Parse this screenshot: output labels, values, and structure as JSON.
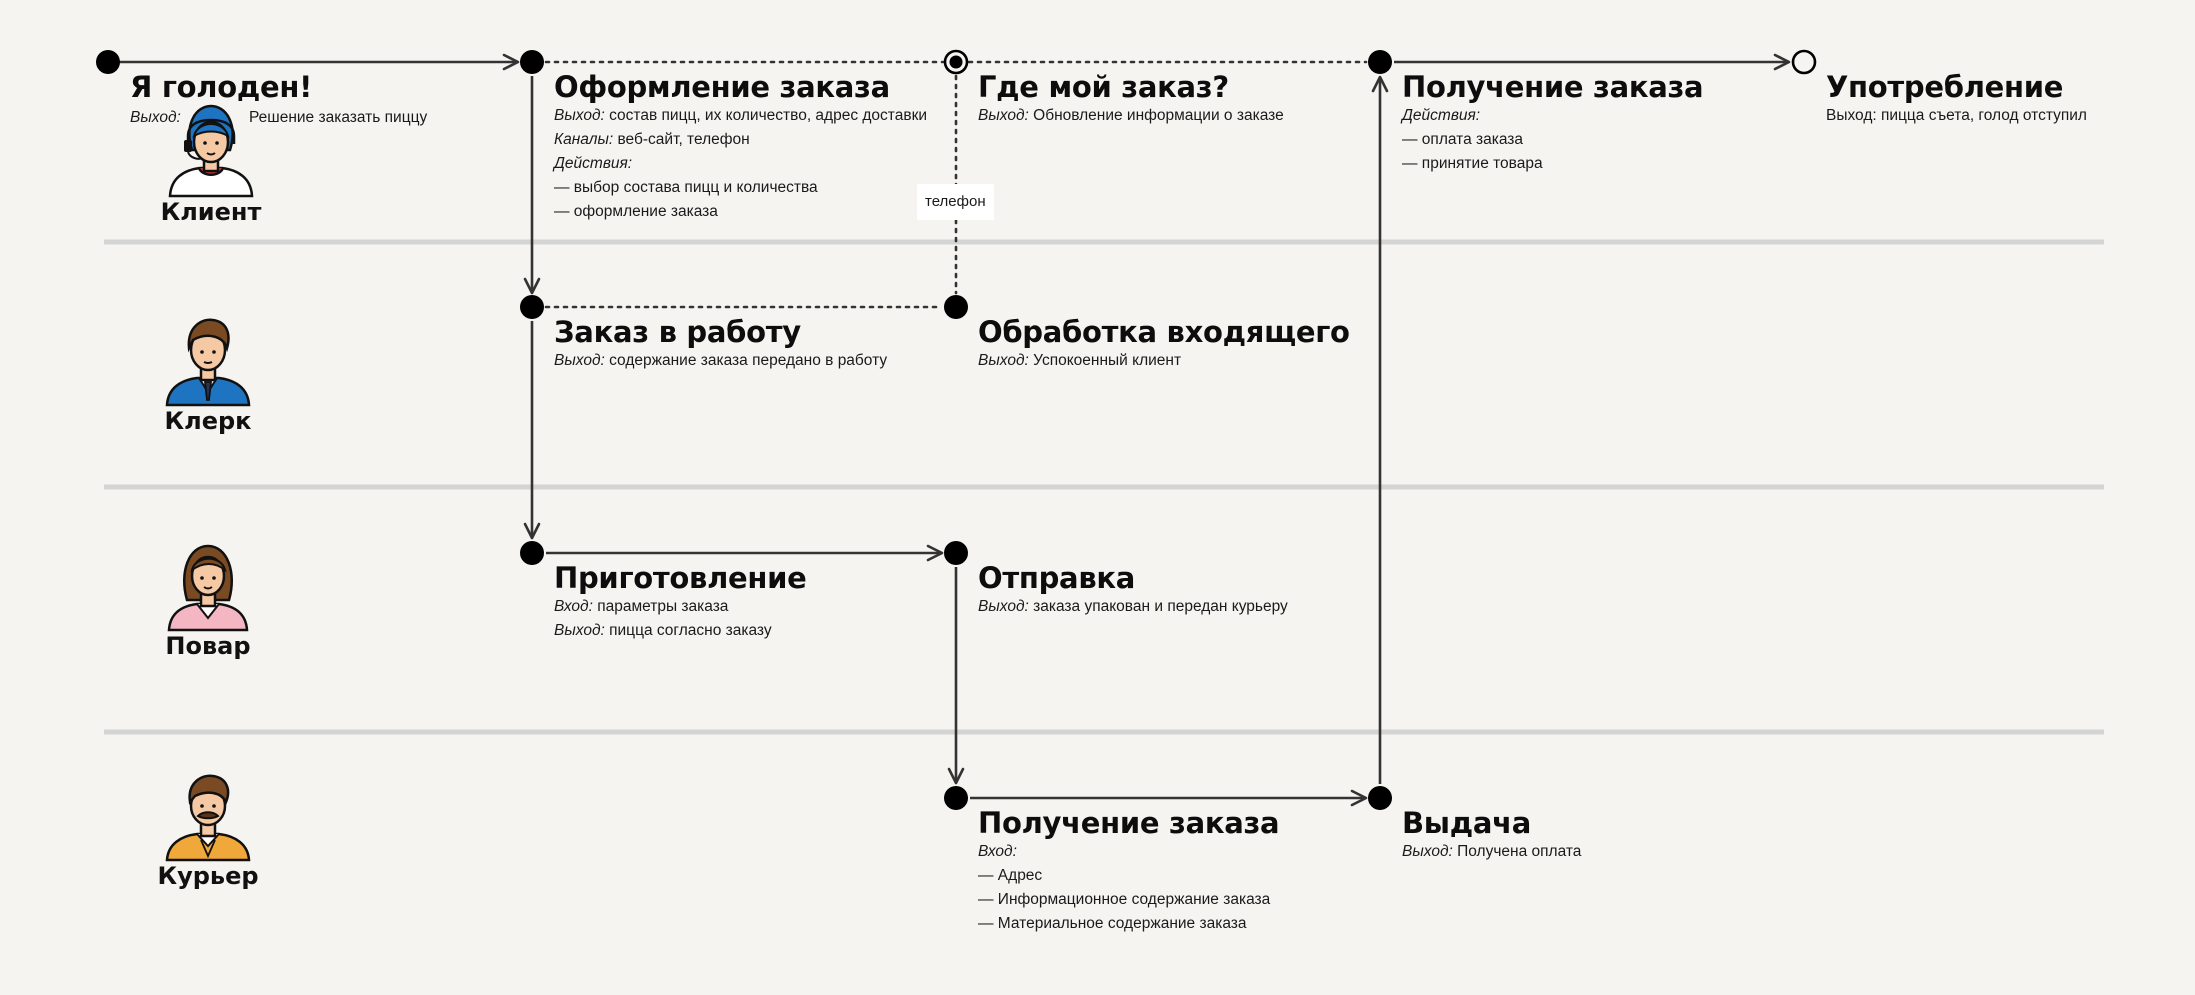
{
  "actors": [
    {
      "name": "Клиент"
    },
    {
      "name": "Клерк"
    },
    {
      "name": "Повар"
    },
    {
      "name": "Курьер"
    }
  ],
  "channel_label": "телефон",
  "start": {
    "title": "Я голоден!",
    "output_label": "Выход:",
    "output_text": "Решение заказать пиццу"
  },
  "steps": {
    "order": {
      "title": "Оформление заказа",
      "lines": [
        {
          "label": "Выход:",
          "text": " состав пицц, их количество, адрес доставки"
        },
        {
          "label": "Каналы:",
          "text": " веб-сайт, телефон"
        },
        {
          "label": "Действия:",
          "text": ""
        },
        {
          "label": "",
          "text": "— выбор состава пицц и количества"
        },
        {
          "label": "",
          "text": "— оформление заказа"
        }
      ]
    },
    "where": {
      "title": "Где мой заказ?",
      "lines": [
        {
          "label": "Выход:",
          "text": " Обновление информации о заказе"
        }
      ]
    },
    "receive_client": {
      "title": "Получение заказа",
      "lines": [
        {
          "label": "Действия:",
          "text": ""
        },
        {
          "label": "",
          "text": "— оплата заказа"
        },
        {
          "label": "",
          "text": "— принятие товара"
        }
      ]
    },
    "consume": {
      "title": "Употребление",
      "lines": [
        {
          "label": "",
          "text": "Выход: пицца съета, голод отступил"
        }
      ]
    },
    "to_work": {
      "title": "Заказ в работу",
      "lines": [
        {
          "label": "Выход:",
          "text": " содержание заказа передано в работу"
        }
      ]
    },
    "incoming": {
      "title": "Обработка входящего",
      "lines": [
        {
          "label": "Выход:",
          "text": " Успокоенный клиент"
        }
      ]
    },
    "cooking": {
      "title": "Приготовление",
      "lines": [
        {
          "label": "Вход:",
          "text": " параметры заказа"
        },
        {
          "label": "Выход:",
          "text": " пицца согласно заказу"
        }
      ]
    },
    "dispatch": {
      "title": "Отправка",
      "lines": [
        {
          "label": "Выход:",
          "text": " заказа упакован и передан курьеру"
        }
      ]
    },
    "receive_courier": {
      "title": "Получение заказа",
      "lines": [
        {
          "label": "Вход:",
          "text": ""
        },
        {
          "label": "",
          "text": "— Адрес"
        },
        {
          "label": "",
          "text": "— Информационное содержание заказа"
        },
        {
          "label": "",
          "text": "— Материальное содержание заказа"
        }
      ]
    },
    "handover": {
      "title": "Выдача",
      "lines": [
        {
          "label": "Выход:",
          "text": " Получена оплата"
        }
      ]
    }
  },
  "colors": {
    "background": "#f5f4f1",
    "lane_divider": "#d4d4d2",
    "line": "#333333",
    "node": "#000000"
  }
}
